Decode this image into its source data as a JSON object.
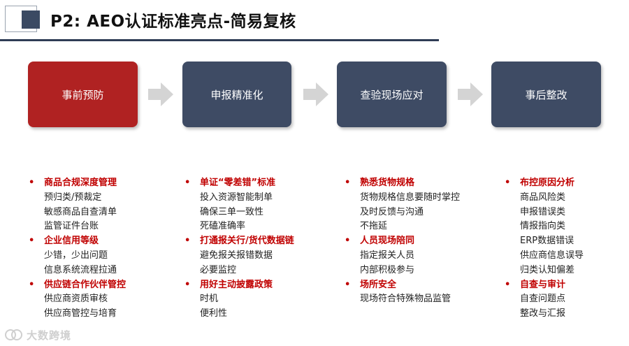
{
  "header": {
    "title": "P2: AEO认证标准亮点-简易复核"
  },
  "stages": [
    {
      "label": "事前预防",
      "color": "#b02222"
    },
    {
      "label": "申报精准化",
      "color": "#3e4b64"
    },
    {
      "label": "查验现场应对",
      "color": "#3e4b64"
    },
    {
      "label": "事后整改",
      "color": "#3e4b64"
    }
  ],
  "columns": [
    {
      "items": [
        {
          "type": "head",
          "text": "商品合规深度管理"
        },
        {
          "type": "sub",
          "text": "预归类/预裁定"
        },
        {
          "type": "sub",
          "text": "敏感商品自查清单"
        },
        {
          "type": "sub",
          "text": "监管证件台账"
        },
        {
          "type": "head",
          "text": "企业信用等级"
        },
        {
          "type": "sub",
          "text": "少错，少出问题"
        },
        {
          "type": "sub",
          "text": "信息系统流程拉通"
        },
        {
          "type": "head",
          "text": "供应链合作伙伴管控"
        },
        {
          "type": "sub",
          "text": "供应商资质审核"
        },
        {
          "type": "sub",
          "text": "供应商管控与培育"
        }
      ]
    },
    {
      "items": [
        {
          "type": "head",
          "text": "单证“零差错”标准"
        },
        {
          "type": "sub",
          "text": "投入资源智能制单"
        },
        {
          "type": "sub",
          "text": "确保三单一致性"
        },
        {
          "type": "sub",
          "text": "死磕准确率"
        },
        {
          "type": "head",
          "text": "打通报关行/货代数据链"
        },
        {
          "type": "sub",
          "text": "避免报关报错数据"
        },
        {
          "type": "sub",
          "text": "必要监控"
        },
        {
          "type": "head",
          "text": "用好主动披露政策"
        },
        {
          "type": "sub",
          "text": "时机"
        },
        {
          "type": "sub",
          "text": "便利性"
        }
      ]
    },
    {
      "items": [
        {
          "type": "head",
          "text": "熟悉货物规格"
        },
        {
          "type": "sub",
          "text": "货物规格信息要随时掌控"
        },
        {
          "type": "sub",
          "text": "及时反馈与沟通"
        },
        {
          "type": "sub",
          "text": "不拖延"
        },
        {
          "type": "head",
          "text": "人员现场陪同"
        },
        {
          "type": "sub",
          "text": "指定报关人员"
        },
        {
          "type": "sub",
          "text": "内部积极参与"
        },
        {
          "type": "head",
          "text": "场所安全"
        },
        {
          "type": "sub",
          "text": "现场符合特殊物品监管"
        }
      ]
    },
    {
      "items": [
        {
          "type": "head",
          "text": "布控原因分析"
        },
        {
          "type": "sub",
          "text": "商品风险类"
        },
        {
          "type": "sub",
          "text": "申报错误类"
        },
        {
          "type": "sub",
          "text": "情报指向类"
        },
        {
          "type": "sub",
          "text": "ERP数据错误"
        },
        {
          "type": "sub",
          "text": "供应商信息误导"
        },
        {
          "type": "sub",
          "text": "归类认知偏差"
        },
        {
          "type": "head",
          "text": "自查与审计"
        },
        {
          "type": "sub",
          "text": "自查问题点"
        },
        {
          "type": "sub",
          "text": "整改与汇报"
        }
      ]
    }
  ],
  "bullet_symbol": "•",
  "watermark": {
    "text": "大数跨境",
    "icon": "brand-logo-icon"
  }
}
